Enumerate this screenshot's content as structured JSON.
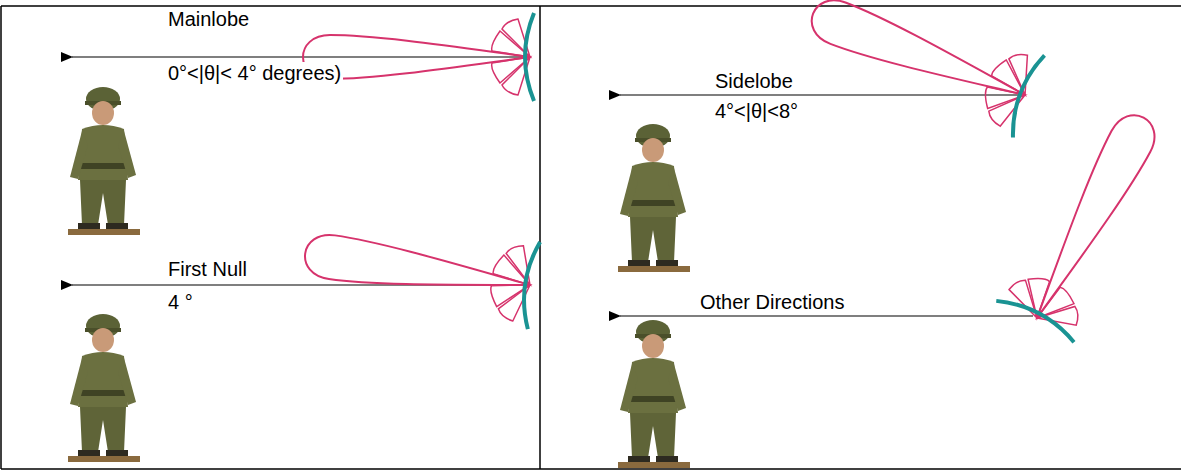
{
  "diagram": {
    "labels": [
      "Mainlobe",
      "0°<|θ|< 4° degrees)",
      "First Null",
      "4 °",
      "Sidelobe",
      "4°<|θ|<8°",
      "Other Directions"
    ]
  }
}
